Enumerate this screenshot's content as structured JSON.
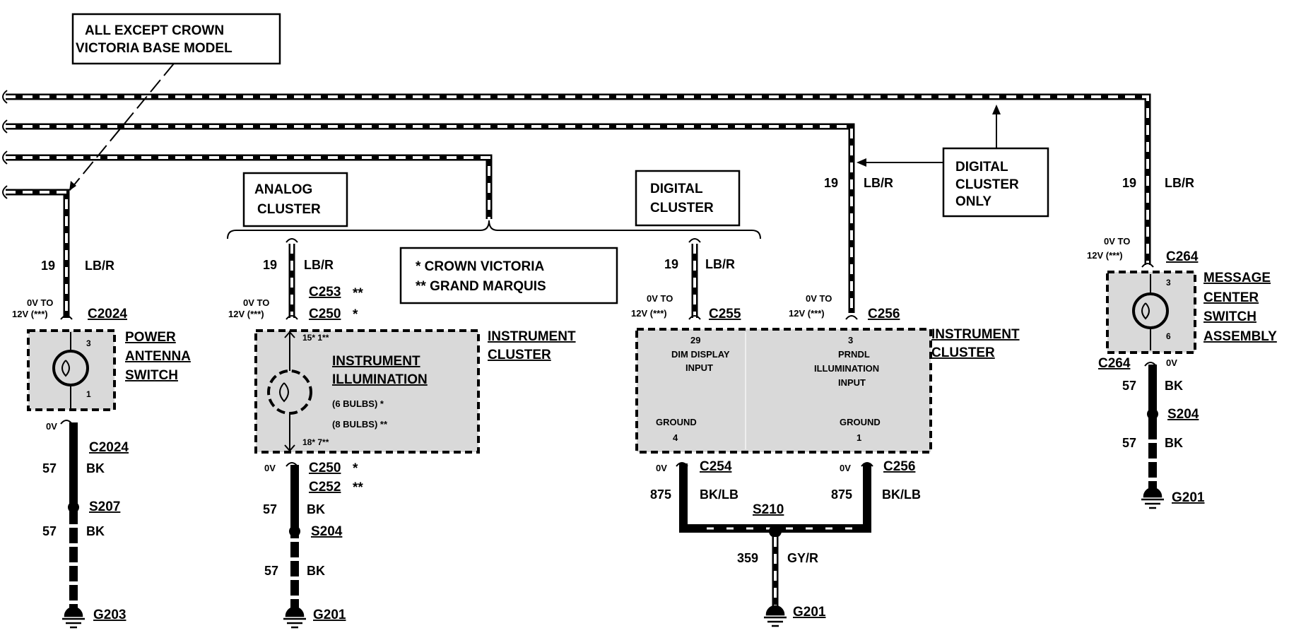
{
  "notes": {
    "except_line1": "ALL   EXCEPT   CROWN",
    "except_line2": "VICTORIA BASE MODEL",
    "analog_line1": "ANALOG",
    "analog_line2": "CLUSTER",
    "digital_line1": "DIGITAL",
    "digital_line2": "CLUSTER",
    "digital_only_line1": "DIGITAL",
    "digital_only_line2": "CLUSTER",
    "digital_only_line3": "ONLY",
    "legend_line1": "*     CROWN VICTORIA",
    "legend_line2": "**   GRAND MARQUIS"
  },
  "antenna": {
    "circuit_top": "19",
    "color_top": "LB/R",
    "voltage_top_1": "0V TO",
    "voltage_top_2": "12V (***)",
    "connector_top": "C2024",
    "pin_top": "3",
    "pin_bottom": "1",
    "name_1": "POWER",
    "name_2": "ANTENNA",
    "name_3": "SWITCH",
    "voltage_bottom": "0V",
    "connector_bottom": "C2024",
    "circuit_bottom": "57",
    "color_bottom": "BK",
    "splice": "S207",
    "circuit_bottom2": "57",
    "color_bottom2": "BK",
    "ground": "G203"
  },
  "analog": {
    "circuit_top": "19",
    "color_top": "LB/R",
    "voltage_top_1": "0V TO",
    "voltage_top_2": "12V (***)",
    "connector_top_1": "C253",
    "connector_top_1_mark": "**",
    "connector_top_2": "C250",
    "connector_top_2_mark": "*",
    "pin_top": "15*  1**",
    "pin_bottom": "18*  7**",
    "inner_1": "INSTRUMENT",
    "inner_2": "ILLUMINATION",
    "inner_3": "(6 BULBS) *",
    "inner_4": "(8 BULBS) **",
    "name_1": "INSTRUMENT",
    "name_2": "CLUSTER",
    "voltage_bottom": "0V",
    "connector_bottom_1": "C250",
    "connector_bottom_1_mark": "*",
    "connector_bottom_2": "C252",
    "connector_bottom_2_mark": "**",
    "circuit_bottom": "57",
    "color_bottom": "BK",
    "splice": "S204",
    "circuit_bottom2": "57",
    "color_bottom2": "BK",
    "ground": "G201"
  },
  "digital": {
    "circuit_left": "19",
    "color_left": "LB/R",
    "voltage_left_1": "0V TO",
    "voltage_left_2": "12V (***)",
    "connector_left": "C255",
    "circuit_right": "19",
    "color_right": "LB/R",
    "voltage_right_1": "0V TO",
    "voltage_right_2": "12V (***)",
    "connector_right": "C256",
    "pin_29": "29",
    "dim_1": "DIM DISPLAY",
    "dim_2": "INPUT",
    "pin_3": "3",
    "prndl_1": "PRNDL",
    "prndl_2": "ILLUMINATION",
    "prndl_3": "INPUT",
    "ground_left": "GROUND",
    "pin_4": "4",
    "ground_right": "GROUND",
    "pin_1": "1",
    "name_1": "INSTRUMENT",
    "name_2": "CLUSTER",
    "voltage_bl": "0V",
    "connector_bl": "C254",
    "voltage_br": "0V",
    "connector_br": "C256",
    "circuit_bl": "875",
    "color_bl": "BK/LB",
    "circuit_br": "875",
    "color_br": "BK/LB",
    "splice": "S210",
    "circuit_down": "359",
    "color_down": "GY/R",
    "ground": "G201"
  },
  "message": {
    "circuit_top": "19",
    "color_top": "LB/R",
    "voltage_top_1": "0V TO",
    "voltage_top_2": "12V (***)",
    "connector_top": "C264",
    "pin_top": "3",
    "pin_bottom": "6",
    "name_1": "MESSAGE",
    "name_2": "CENTER",
    "name_3": "SWITCH",
    "name_4": "ASSEMBLY",
    "connector_bottom": "C264",
    "voltage_bottom": "0V",
    "circuit_bottom": "57",
    "color_bottom": "BK",
    "splice": "S204",
    "circuit_bottom2": "57",
    "color_bottom2": "BK",
    "ground": "G201"
  }
}
